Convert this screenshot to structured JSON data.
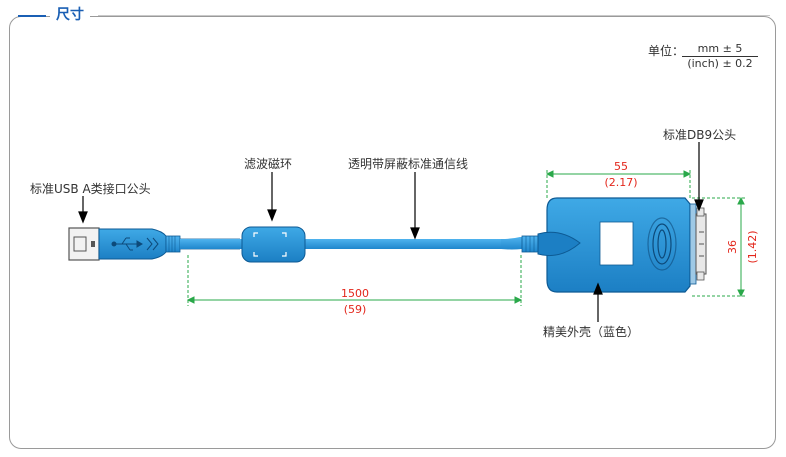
{
  "section": {
    "title": "尺寸"
  },
  "unit_note": {
    "prefix": "单位：",
    "numerator": "mm ± 5",
    "denominator": "(inch) ± 0.2"
  },
  "labels": {
    "usb": "标准USB A类接口公头",
    "ferrite": "滤波磁环",
    "cable": "透明带屏蔽标准通信线",
    "db9": "标准DB9公头",
    "shell": "精美外壳（蓝色）"
  },
  "dimensions": {
    "cable_length": {
      "mm": "1500",
      "inch": "(59)"
    },
    "shell_width": {
      "mm": "55",
      "inch": "(2.17)"
    },
    "shell_height": {
      "mm": "36",
      "inch": "(1.42)"
    }
  },
  "colors": {
    "accent": "#1a5fb4",
    "body_blue": "#1e8fd6",
    "dim_green": "#2aa84a",
    "dim_text": "#e3261b"
  }
}
